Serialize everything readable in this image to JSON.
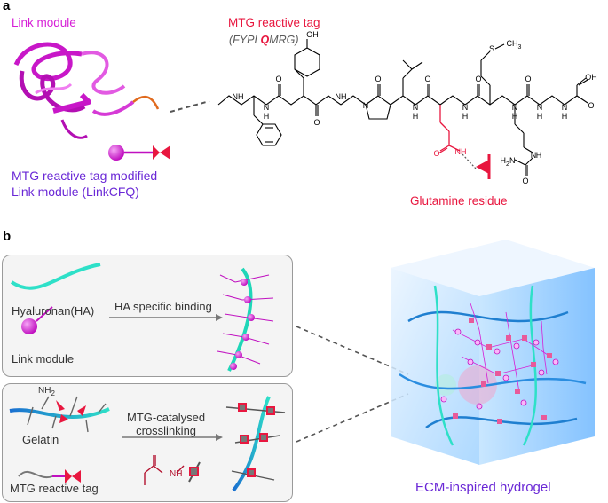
{
  "panel_a": {
    "label": "a",
    "link_module_title": "Link module",
    "tag_title": "MTG  reactive tag",
    "tag_seq_prefix": "(FYPL",
    "tag_seq_q": "Q",
    "tag_seq_suffix": "MRG)",
    "modified_line1": "MTG reactive tag modified",
    "modified_line2": "Link module (LinkCFQ)",
    "glutamine_label": "Glutamine residue",
    "chem_labels": {
      "oh": "OH",
      "s": "S",
      "ch3": "CH",
      "ch3_sub": "3",
      "nh": "NH",
      "n": "N",
      "h": "H",
      "o": "O",
      "h2n": "H",
      "h2n_sub": "2",
      "h2n_n": "N"
    }
  },
  "panel_b": {
    "label": "b",
    "hyaluronan_label": "Hyaluronan(HA)",
    "ha_binding_label": "HA specific binding",
    "link_module_label": "Link module",
    "nh2_label": "NH",
    "nh2_sub": "2",
    "gelatin_label": "Gelatin",
    "crosslink_line1": "MTG-catalysed",
    "crosslink_line2": "crosslinking",
    "tag_label": "MTG reactive tag",
    "hydrogel_label": "ECM-inspired hydrogel"
  },
  "colors": {
    "magenta": "#d61ed6",
    "red": "#e8173f",
    "purple": "#6a28d6",
    "teal": "#2ee0c8",
    "blue": "#1f7fd0",
    "grey": "#555555"
  }
}
